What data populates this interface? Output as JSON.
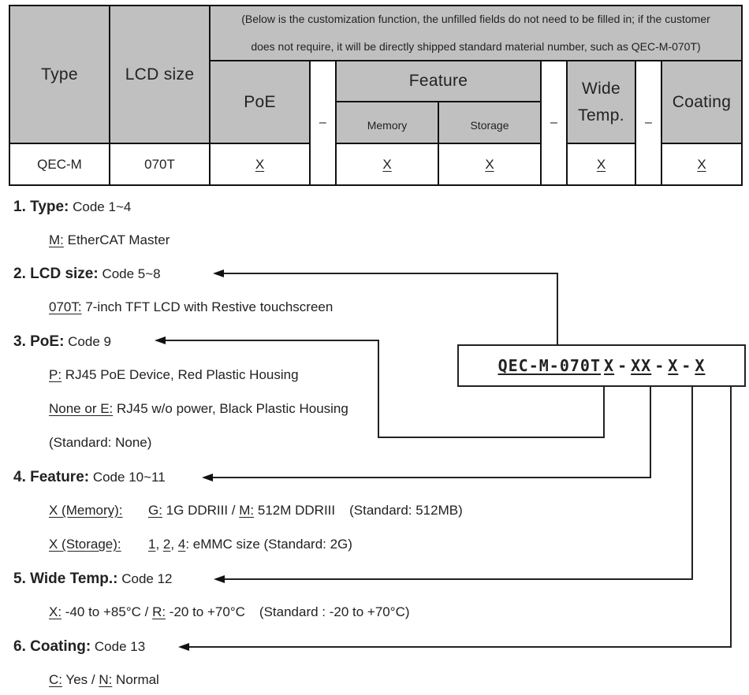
{
  "table": {
    "headers": {
      "type": "Type",
      "lcd_size": "LCD size",
      "note_line1": "(Below is the customization function, the unfilled fields do not need to be filled in; if the customer",
      "note_line2": "does not require, it will be directly shipped standard material number, such as QEC-M-070T)",
      "poe": "PoE",
      "feature": "Feature",
      "memory": "Memory",
      "storage": "Storage",
      "wide_temp_line1": "Wide",
      "wide_temp_line2": "Temp.",
      "coating": "Coating",
      "separator": "–"
    },
    "row": {
      "type": "QEC-M",
      "lcd_size": "070T",
      "poe": "X",
      "memory": "X",
      "storage": "X",
      "wide_temp": "X",
      "coating": "X"
    }
  },
  "code_box": {
    "base": "QEC-M-070T",
    "poe": "X",
    "sep1": "-",
    "feature": "XX",
    "sep2": "-",
    "wide_temp": "X",
    "sep3": "-",
    "coating": "X"
  },
  "sections": [
    {
      "title": "1. Type:",
      "code": "Code 1~4",
      "lines": [
        {
          "key": "M:",
          "text": " EtherCAT Master"
        }
      ]
    },
    {
      "title": "2. LCD size:",
      "code": "Code 5~8",
      "lines": [
        {
          "key": "070T:",
          "text": " 7-inch TFT LCD with Restive touchscreen"
        }
      ]
    },
    {
      "title": "3. PoE:",
      "code": "Code 9",
      "lines": [
        {
          "key": "P:",
          "text": " RJ45 PoE Device, Red Plastic Housing"
        },
        {
          "key": "None or E:",
          "text": " RJ45 w/o power, Black Plastic Housing"
        },
        {
          "key": "",
          "text": "(Standard: None)"
        }
      ]
    },
    {
      "title": "4. Feature:",
      "code": "Code 10~11",
      "memory": {
        "label": "X (Memory):",
        "k1": "G:",
        "t1": " 1G DDRIII / ",
        "k2": "M:",
        "t2": " 512M DDRIII",
        "std": "(Standard: 512MB)"
      },
      "storage": {
        "label": "X (Storage):",
        "k1": "1",
        "s1": ", ",
        "k2": "2",
        "s2": ", ",
        "k3": "4",
        "t": ": eMMC size (Standard: 2G)"
      }
    },
    {
      "title": "5. Wide Temp.:",
      "code": "Code 12",
      "k1": "X:",
      "t1": " -40 to +85°C / ",
      "k2": "R:",
      "t2": " -20 to +70°C",
      "std": "(Standard : -20 to +70°C)"
    },
    {
      "title": "6. Coating:",
      "code": "Code 13",
      "k1": "C:",
      "t1": " Yes / ",
      "k2": "N:",
      "t2": " Normal"
    }
  ],
  "colors": {
    "header_gray": "#c0c0c0",
    "border": "#111111",
    "text": "#222222"
  }
}
